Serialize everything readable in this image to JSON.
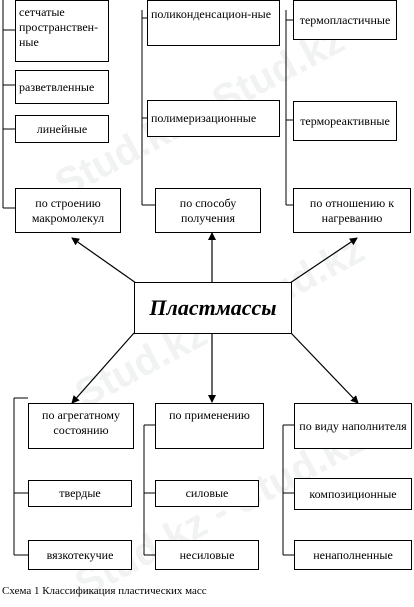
{
  "center_title": "Пластмассы",
  "top_categories": {
    "structure": "по строению макромолекул",
    "production": "по способу получения",
    "heating": "по отношению к нагреванию"
  },
  "structure_items": [
    "сетчатые пространствен-ные",
    "разветвленные",
    "линейные"
  ],
  "production_items": [
    "поликонденсацион-ные",
    "полимеризационные"
  ],
  "heating_items": [
    "термопластичные",
    "термореактивные"
  ],
  "bottom_categories": {
    "aggregate": "по агрегатному состоянию",
    "application": "по применению",
    "filler": "по виду наполнителя"
  },
  "aggregate_items": [
    "твердые",
    "вязкотекучие"
  ],
  "application_items": [
    "силовые",
    "несиловые"
  ],
  "filler_items": [
    "композиционные",
    "ненаполненные"
  ],
  "caption": "Схема 1 Классификация пластических масс",
  "watermark": "Stud.kz - Stud.kz"
}
